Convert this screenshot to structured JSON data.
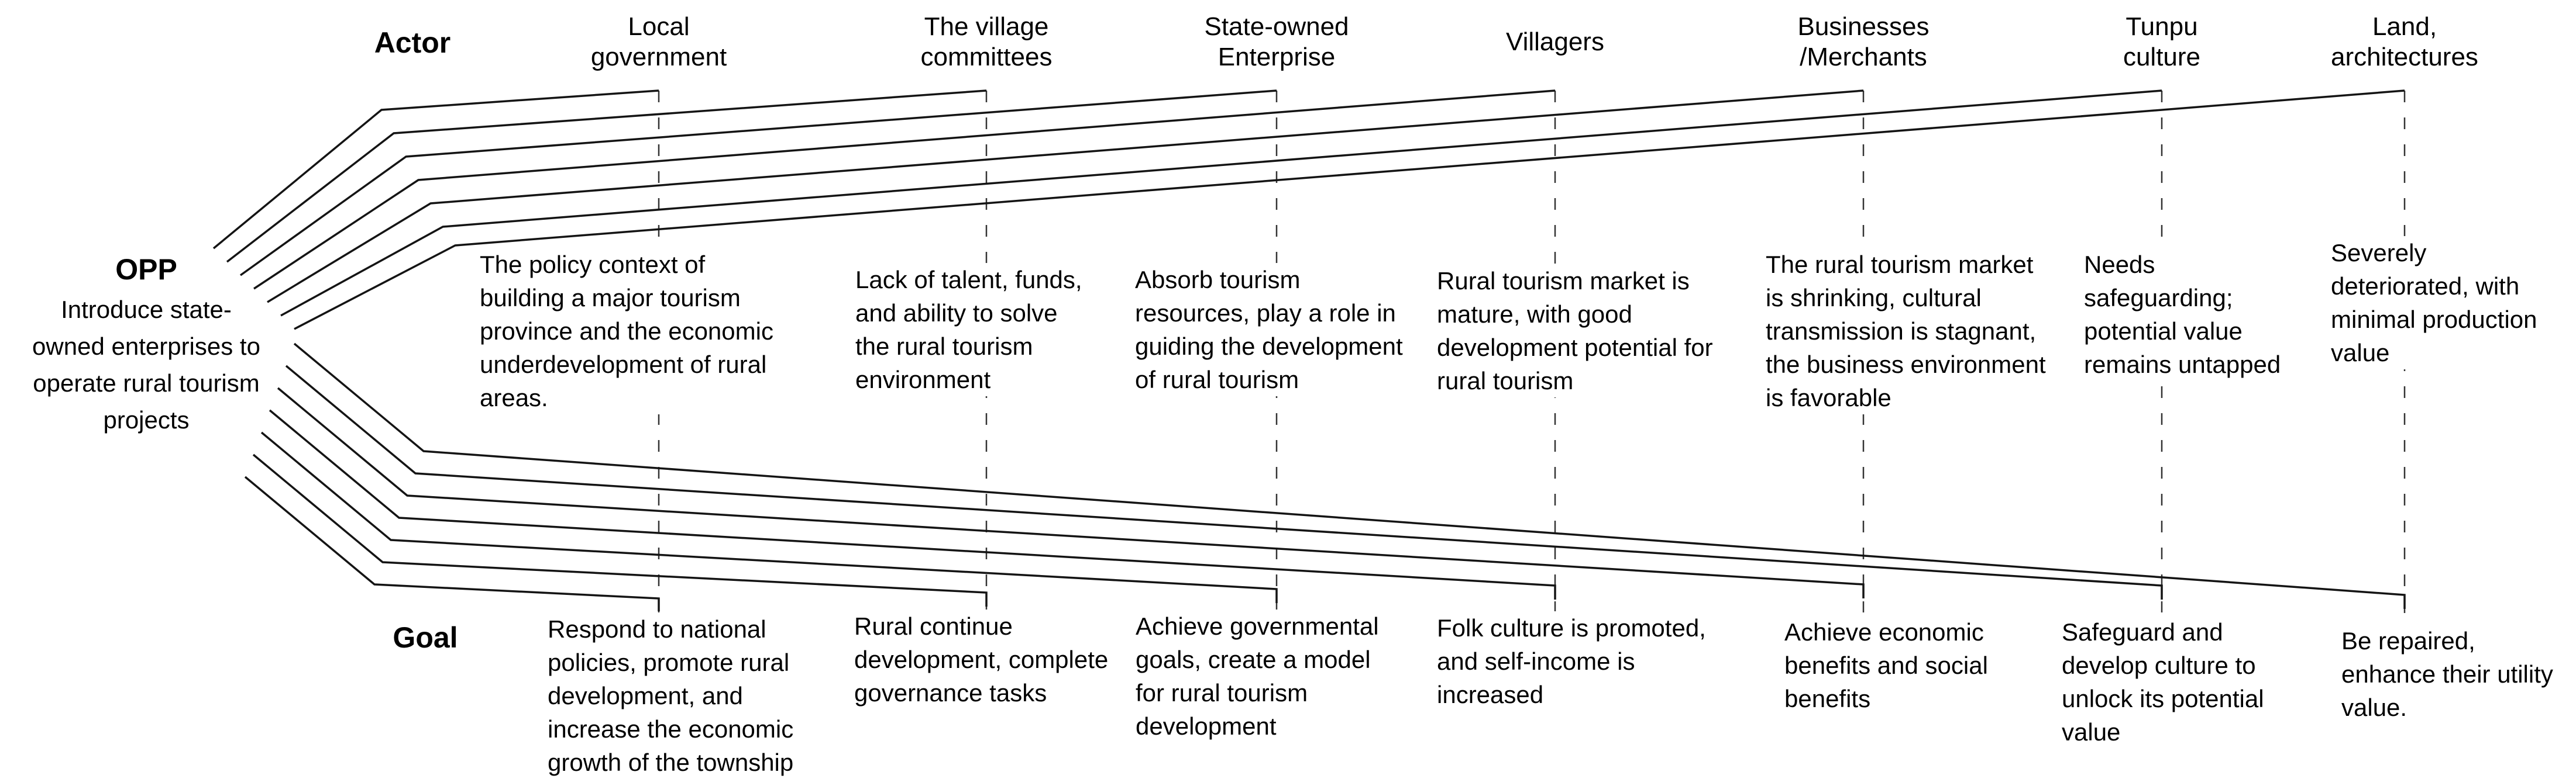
{
  "labels": {
    "actor": "Actor",
    "goal": "Goal"
  },
  "opp": {
    "title": "OPP",
    "description": "Introduce state-\nowned enterprises to\noperate rural tourism\nprojects"
  },
  "columns": [
    {
      "actor": "Local\ngovernment",
      "situation": "The policy context of\nbuilding a major tourism\nprovince and the economic\nunderdevelopment of rural\nareas.",
      "goal": "Respond to national\npolicies, promote rural\ndevelopment, and\nincrease the economic\ngrowth of the township"
    },
    {
      "actor": "The village\ncommittees",
      "situation": "Lack of talent, funds,\nand ability to solve\nthe rural tourism\nenvironment",
      "goal": "Rural continue\ndevelopment, complete\ngovernance tasks"
    },
    {
      "actor": "State-owned\nEnterprise",
      "situation": "Absorb tourism\nresources, play a role in\nguiding the development\nof rural tourism",
      "goal": "Achieve governmental\ngoals, create a model\nfor rural tourism\ndevelopment"
    },
    {
      "actor": "Villagers",
      "situation": "Rural tourism market is\nmature, with good\ndevelopment potential for\nrural tourism",
      "goal": "Folk culture is promoted,\nand self-income is\nincreased"
    },
    {
      "actor": "Businesses\n/Merchants",
      "situation": "The rural tourism market\nis shrinking, cultural\ntransmission is stagnant,\nthe business environment\nis favorable",
      "goal": "Achieve economic\nbenefits and social\nbenefits"
    },
    {
      "actor": "Tunpu\nculture",
      "situation": "Needs\nsafeguarding;\npotential value\nremains untapped",
      "goal": "Safeguard and\ndevelop culture to\nunlock its potential\nvalue"
    },
    {
      "actor": "Land,\narchitectures",
      "situation": "Severely\ndeteriorated, with\nminimal production\nvalue",
      "goal": "Be repaired,\nenhance their utility\nvalue."
    }
  ]
}
